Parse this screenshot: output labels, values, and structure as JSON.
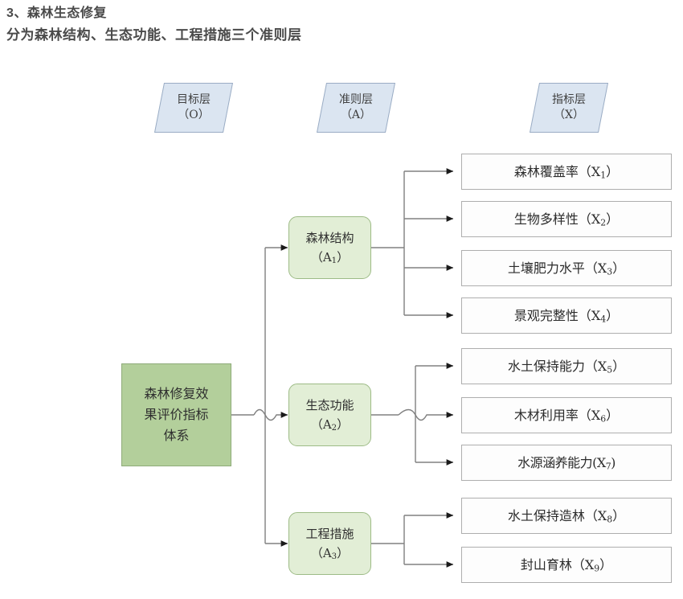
{
  "heading": {
    "line1": "3、森林生态修复",
    "line2": "分为森林结构、生态功能、工程措施三个准则层"
  },
  "diagram": {
    "type": "hierarchy-tree",
    "colors": {
      "layer_header_fill": "#dbe5f1",
      "layer_header_border": "#9aacc4",
      "goal_fill": "#b3cf9b",
      "goal_border": "#8fab79",
      "criterion_fill": "#e2eed6",
      "criterion_border": "#9dbb86",
      "indicator_fill": "#fdfdfd",
      "indicator_border": "#aeaeae",
      "connector": "#808080"
    },
    "layer_headers": [
      {
        "id": "O",
        "title": "目标层",
        "code": "（O）"
      },
      {
        "id": "A",
        "title": "准则层",
        "code": "（A）"
      },
      {
        "id": "X",
        "title": "指标层",
        "code": "（X）"
      }
    ],
    "goal": {
      "label": "森林修复效果评价指标体系",
      "lines": [
        "森林修复效",
        "果评价指标",
        "体系"
      ]
    },
    "criteria": [
      {
        "id": "A1",
        "label": "森林结构",
        "code": "A",
        "sub": "1"
      },
      {
        "id": "A2",
        "label": "生态功能",
        "code": "A",
        "sub": "2"
      },
      {
        "id": "A3",
        "label": "工程措施",
        "code": "A",
        "sub": "3"
      }
    ],
    "indicators": [
      {
        "id": "X1",
        "parent": "A1",
        "label": "森林覆盖率",
        "code": "X",
        "sub": "1",
        "open": "（",
        "close": "）"
      },
      {
        "id": "X2",
        "parent": "A1",
        "label": "生物多样性",
        "code": "X",
        "sub": "2",
        "open": "（",
        "close": "）"
      },
      {
        "id": "X3",
        "parent": "A1",
        "label": "土壤肥力水平",
        "code": "X",
        "sub": "3",
        "open": "（",
        "close": "）"
      },
      {
        "id": "X4",
        "parent": "A1",
        "label": "景观完整性",
        "code": "X",
        "sub": "4",
        "open": "（",
        "close": "）"
      },
      {
        "id": "X5",
        "parent": "A2",
        "label": "水土保持能力",
        "code": "X",
        "sub": "5",
        "open": "（",
        "close": "）"
      },
      {
        "id": "X6",
        "parent": "A2",
        "label": "木材利用率",
        "code": "X",
        "sub": "6",
        "open": "（",
        "close": "）"
      },
      {
        "id": "X7",
        "parent": "A2",
        "label": "水源涵养能力",
        "code": "X",
        "sub": "7",
        "open": "(",
        "close": ")"
      },
      {
        "id": "X8",
        "parent": "A3",
        "label": "水土保持造林",
        "code": "X",
        "sub": "8",
        "open": "（",
        "close": "）"
      },
      {
        "id": "X9",
        "parent": "A3",
        "label": "封山育林",
        "code": "X",
        "sub": "9",
        "open": "（",
        "close": "）"
      }
    ]
  }
}
